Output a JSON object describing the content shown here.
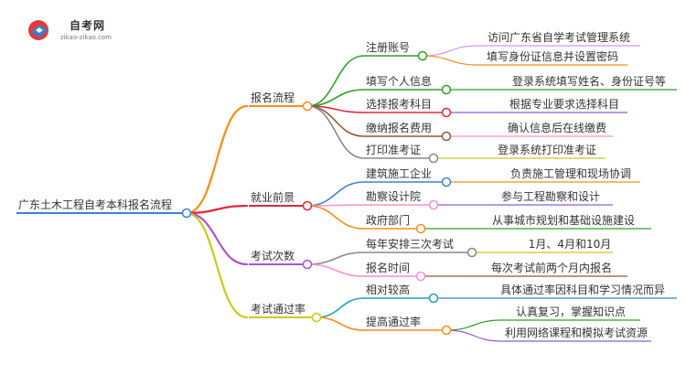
{
  "logo": {
    "title": "自考网",
    "url": "zikao-zikao.com"
  },
  "mindmap": {
    "root": "广东土木工程自考本科报名流程",
    "branches": [
      {
        "label": "报名流程",
        "color": "#ff8c1a",
        "children": [
          {
            "label": "注册账号",
            "color": "#2ea02e",
            "children": [
              {
                "label": "访问广东省自学考试管理系统",
                "color": "#c79bff"
              },
              {
                "label": "填写身份证信息并设置密码",
                "color": "#ff8c1a"
              }
            ]
          },
          {
            "label": "填写个人信息",
            "color": "#2ea02e",
            "children": [
              {
                "label": "登录系统填写姓名、身份证号等",
                "color": "#2ea02e"
              }
            ]
          },
          {
            "label": "选择报考科目",
            "color": "#e0283c",
            "children": [
              {
                "label": "根据专业要求选择科目",
                "color": "#8a5cd6"
              }
            ]
          },
          {
            "label": "缴纳报名费用",
            "color": "#8b5a3c",
            "children": [
              {
                "label": "确认信息后在线缴费",
                "color": "#ff8fc8"
              }
            ]
          },
          {
            "label": "打印准考证",
            "color": "#888888",
            "children": [
              {
                "label": "登录系统打印准考证",
                "color": "#c7cc1a"
              }
            ]
          }
        ]
      },
      {
        "label": "就业前景",
        "color": "#e0283c",
        "children": [
          {
            "label": "建筑施工企业",
            "color": "#3b82d6",
            "children": [
              {
                "label": "负责施工管理和现场协调",
                "color": "#ff8c1a"
              }
            ]
          },
          {
            "label": "勘察设计院",
            "color": "#ff8fc8",
            "children": [
              {
                "label": "参与工程勘察和设计",
                "color": "#8a5cd6"
              }
            ]
          },
          {
            "label": "政府部门",
            "color": "#ff8c1a",
            "children": [
              {
                "label": "从事城市规划和基础设施建设",
                "color": "#2ea02e"
              }
            ]
          }
        ]
      },
      {
        "label": "考试次数",
        "color": "#b050d0",
        "children": [
          {
            "label": "每年安排三次考试",
            "color": "#888888",
            "children": [
              {
                "label": "1月、4月和10月",
                "color": "#c7cc1a"
              }
            ]
          },
          {
            "label": "报名时间",
            "color": "#ff8fc8",
            "children": [
              {
                "label": "每次考试前两个月内报名",
                "color": "#8b5a3c"
              }
            ]
          }
        ]
      },
      {
        "label": "考试通过率",
        "color": "#c7cc1a",
        "children": [
          {
            "label": "相对较高",
            "color": "#1aa6b4",
            "children": [
              {
                "label": "具体通过率因科目和学习情况而异",
                "color": "#3b82d6"
              }
            ]
          },
          {
            "label": "提高通过率",
            "color": "#ff8c1a",
            "children": [
              {
                "label": "认真复习，掌握知识点",
                "color": "#2ea02e"
              },
              {
                "label": "利用网络课程和模拟考试资源",
                "color": "#8a5cd6"
              }
            ]
          }
        ]
      }
    ]
  }
}
